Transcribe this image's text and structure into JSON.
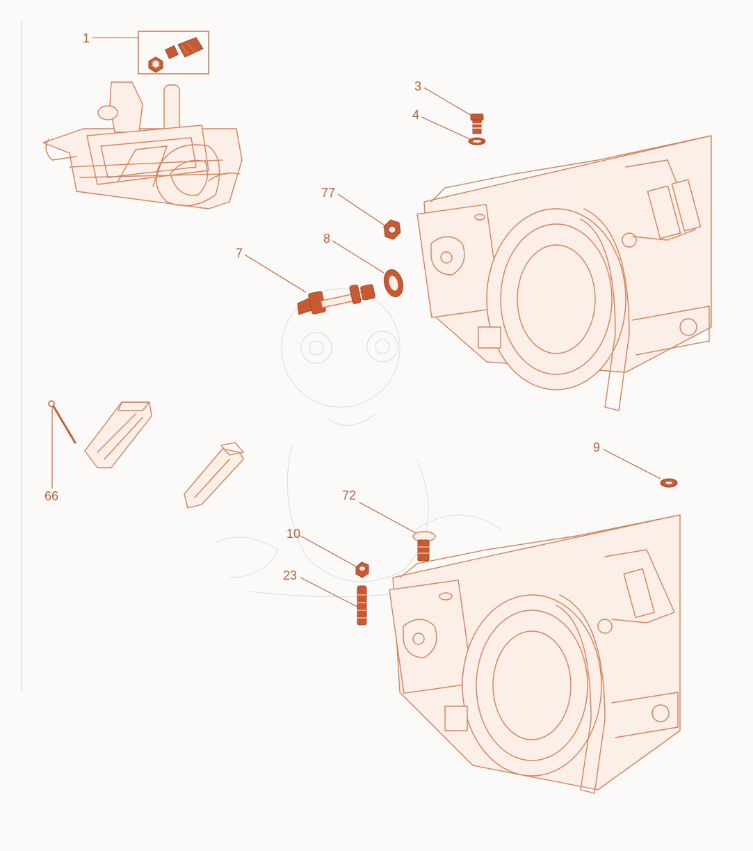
{
  "diagram": {
    "accent_color": "#c0603a",
    "line_color": "#d9805a",
    "parts": [
      {
        "id": "1",
        "label": "1",
        "name": "Adjuster screw and nut kit"
      },
      {
        "id": "3",
        "label": "3",
        "name": "Bolt"
      },
      {
        "id": "4",
        "label": "4",
        "name": "Washer"
      },
      {
        "id": "77",
        "label": "77",
        "name": "Nut"
      },
      {
        "id": "8",
        "label": "8",
        "name": "Seal"
      },
      {
        "id": "7",
        "label": "7",
        "name": "Shaft"
      },
      {
        "id": "66",
        "label": "66",
        "name": "Pin"
      },
      {
        "id": "9",
        "label": "9",
        "name": "Washer"
      },
      {
        "id": "72",
        "label": "72",
        "name": "Plug"
      },
      {
        "id": "10",
        "label": "10",
        "name": "Nut"
      },
      {
        "id": "23",
        "label": "23",
        "name": "Stud"
      }
    ]
  }
}
